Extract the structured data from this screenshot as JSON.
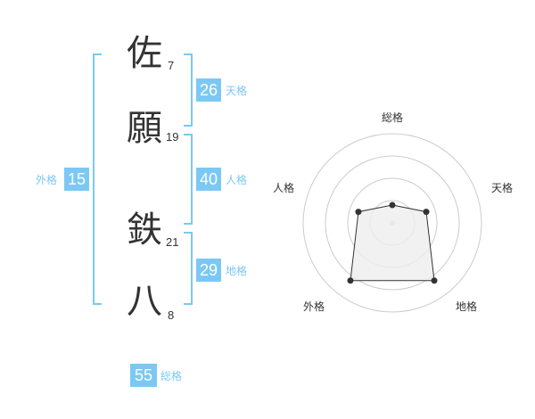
{
  "name": {
    "chars": [
      {
        "char": "佐",
        "strokes": "7"
      },
      {
        "char": "願",
        "strokes": "19"
      },
      {
        "char": "鉄",
        "strokes": "21"
      },
      {
        "char": "八",
        "strokes": "8"
      }
    ]
  },
  "kaku": {
    "tenkaku": {
      "value": "26",
      "label": "天格"
    },
    "jinkaku": {
      "value": "40",
      "label": "人格"
    },
    "chikaku": {
      "value": "29",
      "label": "地格"
    },
    "gaikaku": {
      "value": "15",
      "label": "外格"
    },
    "soukaku": {
      "value": "55",
      "label": "総格"
    }
  },
  "chart_data": {
    "type": "radar",
    "axes": [
      "総格",
      "天格",
      "地格",
      "外格",
      "人格"
    ],
    "levels": 4,
    "values": [
      1,
      2,
      4,
      4,
      2
    ],
    "max": 5,
    "colors": {
      "fill": "#eeeeee",
      "stroke": "#333333",
      "grid": "#cccccc",
      "accent": "#7cc8f4"
    }
  }
}
